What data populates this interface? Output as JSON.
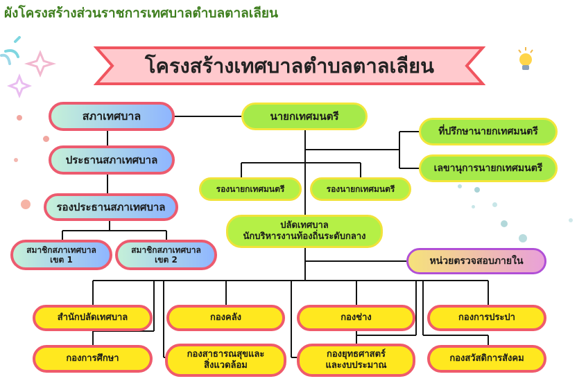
{
  "page": {
    "title": "ผังโครงสร้างส่วนราชการเทศบาลตำบลตาลเลียน"
  },
  "banner": {
    "title": "โครงสร้างเทศบาลตำบลตาลเลียน"
  },
  "council": {
    "council": "สภาเทศบาล",
    "president": "ประธานสภาเทศบาล",
    "vice_president": "รองประธานสภาเทศบาล",
    "member_1": [
      "สมาชิกสภาเทศบาล",
      "เขต 1"
    ],
    "member_2": [
      "สมาชิกสภาเทศบาล",
      "เขต 2"
    ]
  },
  "executive": {
    "mayor": "นายกเทศมนตรี",
    "advisor": "ที่ปรึกษานายกเทศมนตรี",
    "secretary": "เลขานุการนายกเทศมนตรี",
    "deputy_1": "รองนายกเทศมนตรี",
    "deputy_2": "รองนายกเทศมนตรี",
    "clerk": [
      "ปลัดเทศบาล",
      "นักบริหารงานท้องถิ่นระดับกลาง"
    ],
    "audit": "หน่วยตรวจสอบภายใน"
  },
  "departments": {
    "office": "สำนักปลัดเทศบาล",
    "finance": "กองคลัง",
    "engineering": "กองช่าง",
    "water": "กองการประปา",
    "education": "กองการศึกษา",
    "health": [
      "กองสาธารณสุขและ",
      "สิ่งแวดล้อม"
    ],
    "strategy": [
      "กองยุทธศาสตร์",
      "และงบประมาณ"
    ],
    "welfare": "กองสวัสดิการสังคม"
  },
  "colors": {
    "title_green": "#3f7f1f",
    "banner_fill": "#ffc9cd",
    "banner_border": "#f0555f",
    "node_green": "#a6ea4a",
    "node_yellow": "#ffe81f",
    "node_border_red": "#ef5b6b",
    "node_border_yellow": "#f3e63a",
    "audit_border": "#b04fd6"
  },
  "decorations": [
    "sparkle-icon",
    "lightbulb-icon"
  ]
}
